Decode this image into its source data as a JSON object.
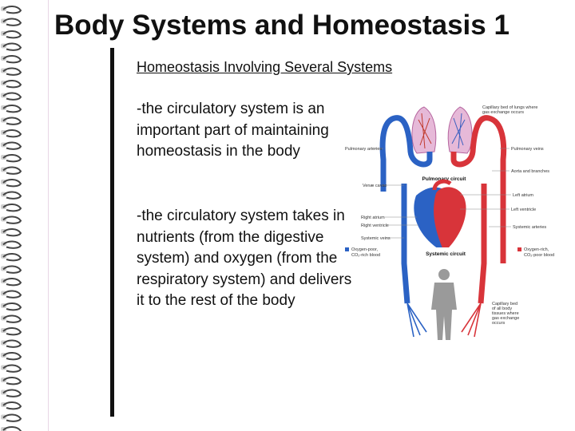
{
  "slide": {
    "title": "Body Systems and Homeostasis 1",
    "subtitle": "Homeostasis Involving Several Systems",
    "paragraph1": "-the circulatory system is an important part of maintaining homeostasis in the body",
    "paragraph2": "-the circulatory system takes in nutrients (from the digestive system) and oxygen (from the respiratory system) and delivers it to the rest of the body"
  },
  "figure": {
    "labels": {
      "capillary_lungs": "Capillary bed of lungs where gas exchange occurs",
      "pulmonary_arteries": "Pulmonary arteries",
      "pulmonary_veins": "Pulmonary veins",
      "pulmonary_circuit": "Pulmonary circuit",
      "aorta": "Aorta and branches",
      "vena cavae": "Venæ cavae",
      "left_atrium": "Left atrium",
      "left_ventricle": "Left ventricle",
      "right_atrium": "Right atrium",
      "right_ventricle": "Right ventricle",
      "systemic_arteries": "Systemic arteries",
      "systemic_veins": "Systemic veins",
      "oxygen_poor": "Oxygen-poor, CO₂-rich blood",
      "oxygen_rich": "Oxygen-rich, CO₂-poor blood",
      "systemic_circuit": "Systemic circuit",
      "capillary_body": "Capillary bed of all body tissues where gas exchange occurs"
    },
    "colors": {
      "oxygen_poor": "#2b62c4",
      "oxygen_rich": "#d8343a",
      "lung": "#d7a3c8"
    }
  }
}
